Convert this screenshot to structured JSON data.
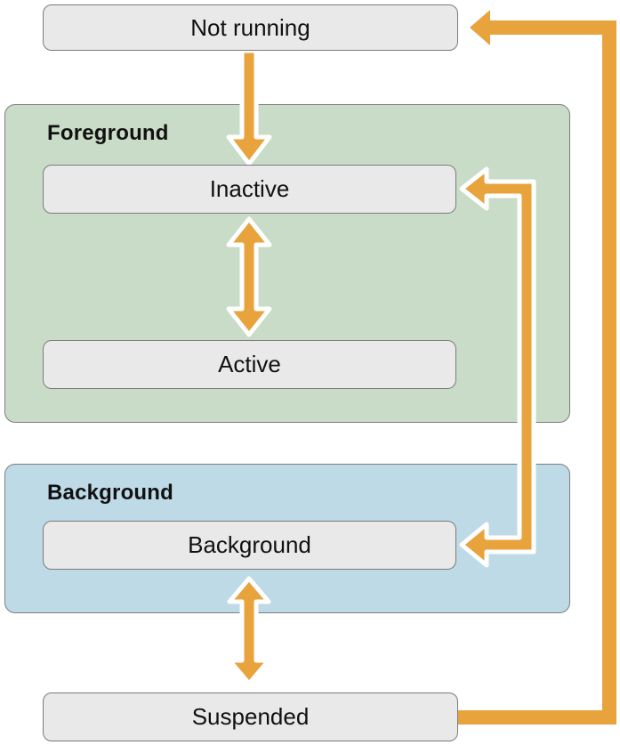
{
  "nodes": {
    "not_running": {
      "label": "Not running"
    },
    "inactive": {
      "label": "Inactive"
    },
    "active": {
      "label": "Active"
    },
    "background": {
      "label": "Background"
    },
    "suspended": {
      "label": "Suspended"
    }
  },
  "groups": {
    "foreground": {
      "label": "Foreground"
    },
    "background": {
      "label": "Background"
    }
  },
  "edges": [
    {
      "from": "Not running",
      "to": "Inactive",
      "style": "single-arrow-outlined"
    },
    {
      "from": "Inactive",
      "to": "Active",
      "style": "double-arrow-outlined"
    },
    {
      "from": "Inactive",
      "to": "Background",
      "style": "double-arrow-elbow-outlined"
    },
    {
      "from": "Background",
      "to": "Suspended",
      "style": "double-arrow-outlined"
    },
    {
      "from": "Suspended",
      "to": "Not running",
      "style": "single-arrow-elbow-plain"
    }
  ],
  "colors": {
    "arrow": "#E8A33D",
    "arrow_outline": "#FFFFFF",
    "foreground_group_fill": "#C9DCC7",
    "background_group_fill": "#BEDAE7",
    "node_fill": "#E9E9E9",
    "node_border": "#7B7B7B",
    "group_border": "#7D7D7D",
    "text": "#111111"
  }
}
